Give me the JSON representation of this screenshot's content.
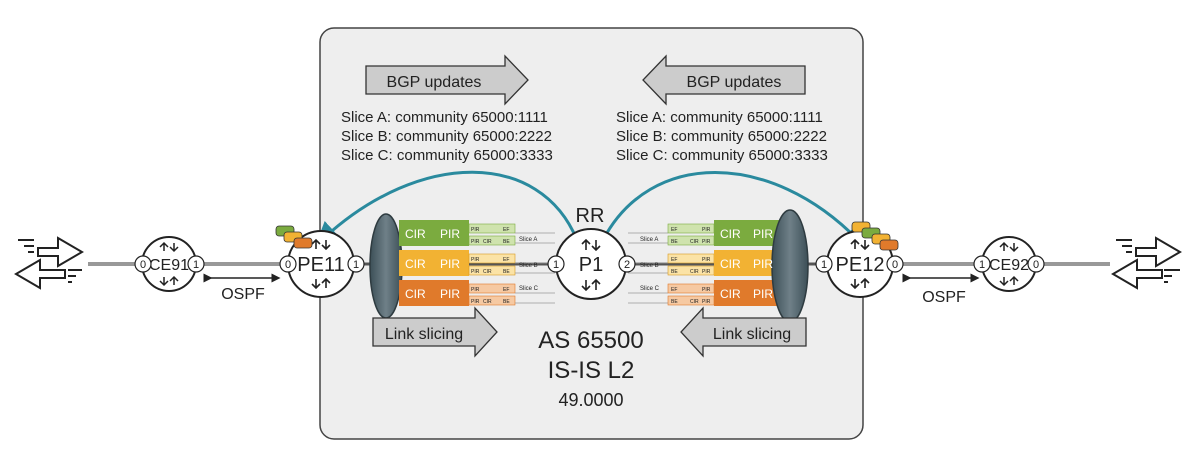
{
  "domain_box": {
    "as_label": "AS 65500",
    "igp_label": "IS-IS L2",
    "area_label": "49.0000"
  },
  "bgp_left": {
    "arrow_label": "BGP updates",
    "communities": [
      "Slice A: community 65000:1111",
      "Slice B: community 65000:2222",
      "Slice C: community 65000:3333"
    ]
  },
  "bgp_right": {
    "arrow_label": "BGP updates",
    "communities": [
      "Slice A: community 65000:1111",
      "Slice B: community 65000:2222",
      "Slice C: community 65000:3333"
    ]
  },
  "link_slicing": {
    "left_label": "Link slicing",
    "right_label": "Link slicing"
  },
  "routers": {
    "ce91": {
      "name": "CE91",
      "port_left": "0",
      "port_right": "1"
    },
    "pe11": {
      "name": "PE11",
      "port_left": "0",
      "port_right": "1"
    },
    "p1": {
      "name": "P1",
      "role": "RR",
      "port_left": "1",
      "port_right": "2"
    },
    "pe12": {
      "name": "PE12",
      "port_left": "1",
      "port_right": "0"
    },
    "ce92": {
      "name": "CE92",
      "port_left": "1",
      "port_right": "0"
    }
  },
  "ospf": {
    "left_label": "OSPF",
    "right_label": "OSPF"
  },
  "slices": [
    {
      "name": "Slice A",
      "cir": "CIR",
      "pir": "PIR",
      "color": "#7bab3f",
      "light": "#cfe3ad",
      "q1": "EF",
      "q2": "BE"
    },
    {
      "name": "Slice B",
      "cir": "CIR",
      "pir": "PIR",
      "color": "#f2b233",
      "light": "#fbe3a6",
      "q1": "EF",
      "q2": "BE"
    },
    {
      "name": "Slice C",
      "cir": "CIR",
      "pir": "PIR",
      "color": "#e07a2b",
      "light": "#f6c9a2",
      "q1": "EF",
      "q2": "BE"
    }
  ],
  "mini_labels": {
    "pir": "PIR",
    "cir": "CIR"
  },
  "colors": {
    "box_fill": "#eeeeee",
    "box_stroke": "#444444",
    "bgp_arrow": "#2a8a9e",
    "gray_arrow": "#cccccc"
  }
}
